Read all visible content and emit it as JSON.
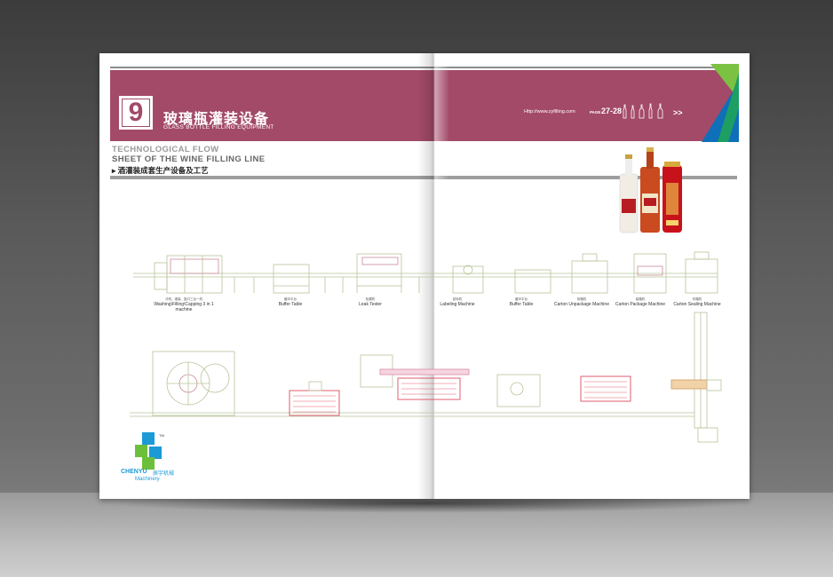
{
  "section": {
    "number": "9",
    "title_cn": "玻璃瓶灌装设备",
    "title_en": "GLASS BOTTLE FILLING EQUIPMENT"
  },
  "header": {
    "url": "Http://www.zyfilling.com",
    "page_label": "PAGE",
    "pages": "27-28",
    "arrows": ">>"
  },
  "heading": {
    "line1": "TECHNOLOGICAL FLOW",
    "line2": "SHEET OF THE WINE FILLING LINE",
    "sub_cn": "酒灌装成套生产设备及工艺",
    "bullet": "▸"
  },
  "machines": [
    {
      "cn": "冲洗、灌装、旋口三合一机",
      "en": "Washing\\Filling\\Capping 3 in 1 machine"
    },
    {
      "cn": "缓冲平台",
      "en": "Buffer Table"
    },
    {
      "cn": "检漏机",
      "en": "Leak Tester"
    },
    {
      "cn": "贴标机",
      "en": "Labeling Machine"
    },
    {
      "cn": "缓冲平台",
      "en": "Buffer Table"
    },
    {
      "cn": "拆箱机",
      "en": "Carton Unpackage Machine"
    },
    {
      "cn": "装箱机",
      "en": "Carton Package Machine"
    },
    {
      "cn": "封箱机",
      "en": "Carton  Sealing Machine"
    }
  ],
  "logo": {
    "name_en": "CHENYU",
    "name_cn": "辰宇机械",
    "sub": "Machinery",
    "tm": "TM"
  },
  "colors": {
    "banner": "#a34a69",
    "diagram_line": "#b7c49a",
    "diagram_red": "#d9364d",
    "logo_blue": "#1b9ad6",
    "logo_green": "#6cbf3a"
  }
}
